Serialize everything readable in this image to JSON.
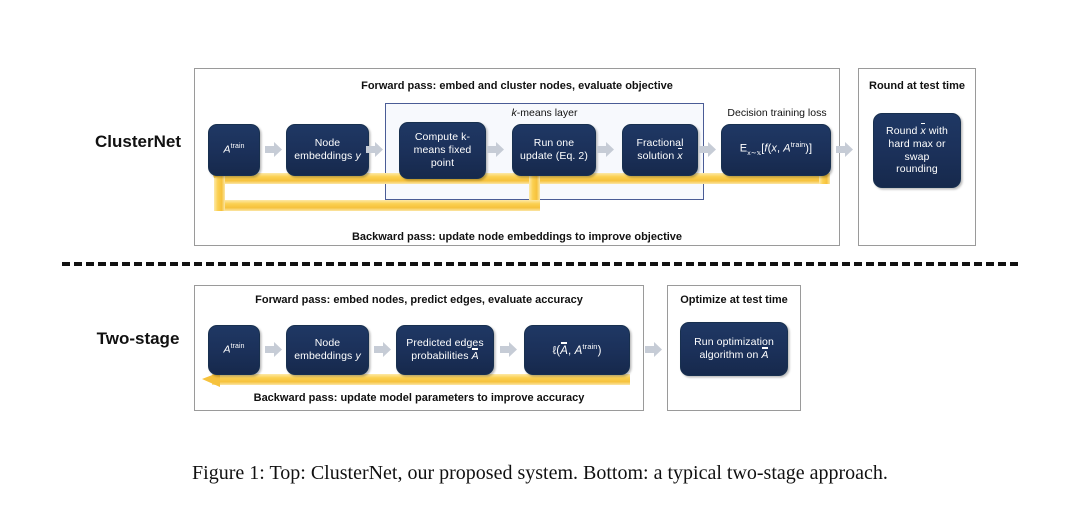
{
  "figure": {
    "caption": "Figure 1: Top: ClusterNet, our proposed system. Bottom: a typical two-stage approach."
  },
  "rows": [
    {
      "id": "clusternet",
      "side_label": "ClusterNet",
      "forward_label": "Forward pass: embed and cluster nodes, evaluate objective",
      "backward_label": "Backward pass: update node embeddings to improve objective",
      "inner_group_label": "k-means layer",
      "loss_group_label": "Decision training loss",
      "boxes": [
        {
          "name": "input-adjacency",
          "text": "A^train"
        },
        {
          "name": "node-embeddings",
          "text": "Node embeddings y"
        },
        {
          "name": "compute-kmeans-fixed-point",
          "text": "Compute k-means fixed point"
        },
        {
          "name": "run-one-update",
          "text": "Run one update (Eq. 2)"
        },
        {
          "name": "fractional-solution",
          "text": "Fractional solution x̄"
        },
        {
          "name": "decision-loss",
          "text": "E_{x~x}[f(x, A^train)]"
        }
      ],
      "test_panel": {
        "title": "Round at test time",
        "box_text": "Round x̄ with hard max or swap rounding"
      }
    },
    {
      "id": "two-stage",
      "side_label": "Two-stage",
      "forward_label": "Forward pass: embed nodes, predict edges, evaluate accuracy",
      "backward_label": "Backward pass: update model parameters to improve accuracy",
      "boxes": [
        {
          "name": "input-adjacency",
          "text": "A^train"
        },
        {
          "name": "node-embeddings",
          "text": "Node embeddings y"
        },
        {
          "name": "predicted-edges",
          "text": "Predicted edges probabilities Ã"
        },
        {
          "name": "loss",
          "text": "ℓ(Ã, A^train)"
        }
      ],
      "test_panel": {
        "title": "Optimize at test time",
        "box_text": "Run optimization algorithm on Ã"
      }
    }
  ],
  "colors": {
    "box_navy": "#1f3864",
    "yellow_arrow": "#FBD050",
    "panel_border": "#9a9a9a",
    "kmeans_border": "#4a5c96",
    "text_dark": "#111111"
  }
}
